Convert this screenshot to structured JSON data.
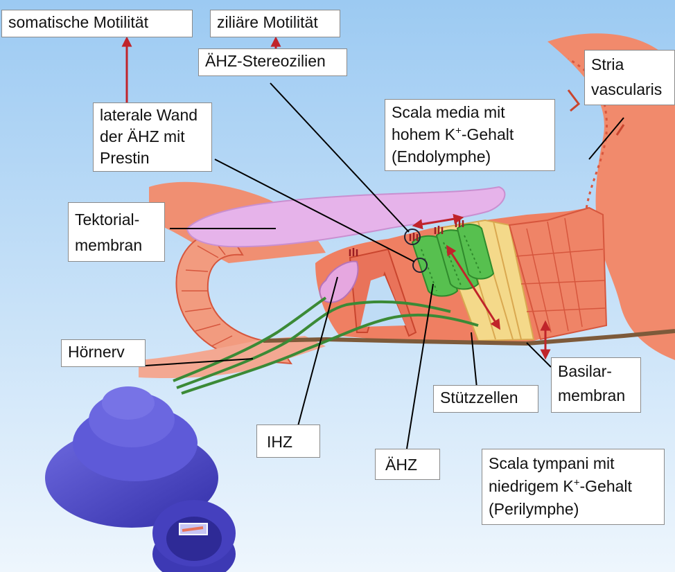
{
  "labels": {
    "somatic_motility": "somatische  Motilität",
    "ciliary_motility": "ziliäre Motilität",
    "ohc_stereocilia": "ÄHZ-Stereozilien",
    "lateral_wall": [
      "laterale Wand",
      "der ÄHZ mit",
      "Prestin"
    ],
    "stria_vascularis": [
      "Stria",
      "vascularis"
    ],
    "scala_media": {
      "line1": "Scala media mit",
      "line2_pre": "hohem K",
      "line2_sup": "+",
      "line2_post": "-Gehalt",
      "line3": "(Endolymphe)"
    },
    "tectorial_membrane": [
      "Tektorial-",
      "membran"
    ],
    "auditory_nerve": "Hörnerv",
    "basilar_membrane": [
      "Basilar-",
      "membran"
    ],
    "supporting_cells": "Stützzellen",
    "ihc": "IHZ",
    "ohc": "ÄHZ",
    "scala_tympani": {
      "line1": "Scala tympani mit",
      "line2_pre": "niedrigem K",
      "line2_sup": "+",
      "line2_post": "-Gehalt",
      "line3": "(Perilymphe)"
    }
  },
  "colors": {
    "background_top": "#9ccaf2",
    "background_bottom": "#eef6fd",
    "tissue": "#e9735a",
    "tissue_light": "#f3a892",
    "tectorial": "#e6b3ea",
    "outer_hair_cell": "#57c04f",
    "supporting_cell": "#f4d98a",
    "basilar": "#7d5a3a",
    "nerve": "#3b8a36",
    "cochlea": "#4a45c8",
    "arrow": "#c0242a",
    "leader": "#000000"
  }
}
